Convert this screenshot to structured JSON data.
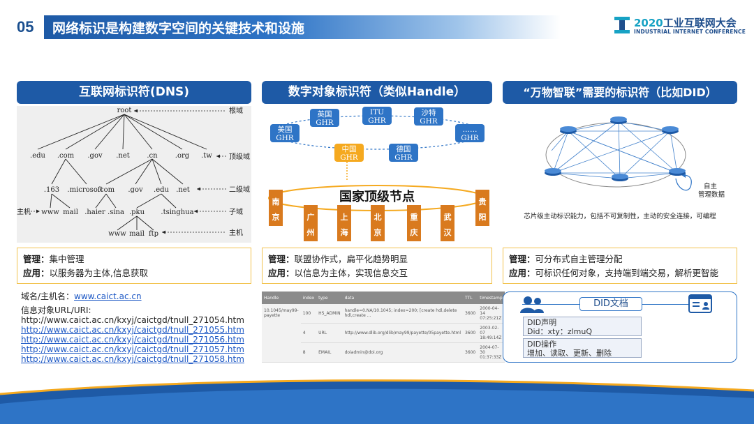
{
  "header": {
    "slide_number": "05",
    "title": "网络标识是构建数字空间的关键技术和设施",
    "logo_year": "2020",
    "logo_name": "工业互联网大会",
    "logo_sub": "INDUSTRIAL INTERNET CONFERENCE"
  },
  "columns": {
    "dns_title": "互联网标识符(DNS)",
    "handle_title": "数字对象标识符（类似Handle）",
    "did_title": "“万物智联”需要的标识符（比如DID）"
  },
  "dns_tree": {
    "root": "root",
    "level_labels": [
      "根域",
      "顶级域",
      "二级域",
      "子域",
      "主机"
    ],
    "tlds": [
      ".edu",
      ".com",
      ".gov",
      ".net",
      ".cn",
      ".org",
      ".tw"
    ],
    "com_children": [
      ".163",
      ".microsoft"
    ],
    "cn_children": [
      ".com",
      ".gov",
      ".edu",
      ".net"
    ],
    "host_label": "主机",
    "hosts_163": [
      "www",
      "mail"
    ],
    "com_sub": [
      ".haier",
      ".sina"
    ],
    "edu_sub": [
      ".pku",
      ".tsinghua"
    ],
    "pku_hosts": [
      "www",
      "mail",
      "ftp"
    ]
  },
  "handle_diagram": {
    "ghr_nodes": [
      {
        "l1": "美国",
        "l2": "GHR"
      },
      {
        "l1": "英国",
        "l2": "GHR"
      },
      {
        "l1": "ITU",
        "l2": "GHR"
      },
      {
        "l1": "沙特",
        "l2": "GHR"
      },
      {
        "l1": "……",
        "l2": "GHR"
      },
      {
        "l1": "中国",
        "l2": "GHR"
      },
      {
        "l1": "德国",
        "l2": "GHR"
      }
    ],
    "national_title": "国家顶级节点",
    "cities": [
      "南京",
      "广州",
      "上海",
      "北京",
      "重庆",
      "武汉",
      "贵阳"
    ],
    "colors": {
      "ghr": "#2e74c6",
      "china": "#f5a91f",
      "city": "#d97a1e"
    }
  },
  "did_diagram": {
    "self_manage": [
      "自主",
      "管理数据"
    ],
    "caption": "芯片级主动标识能力，包括不可复制性，主动的安全连接，可编程"
  },
  "info": {
    "dns": {
      "k1": "管理：",
      "v1": "集中管理",
      "k2": "应用：",
      "v2": "以服务器为主体,信息获取"
    },
    "handle": {
      "k1": "管理：",
      "v1": "联盟协作式，扁平化趋势明显",
      "k2": "应用：",
      "v2": "以信息为主体，实现信息交互"
    },
    "did": {
      "k1": "管理：",
      "v1": "可分布式自主管理分配",
      "k2": "应用：",
      "v2": "可标识任何对象，支持端到端交易，解析更智能"
    }
  },
  "links": {
    "domain_label": "域名/主机名：",
    "domain_url": "www.caict.ac.cn",
    "uri_label": "信息对象URL/URI:",
    "uri_plain": "http://www.caict.ac.cn/kxyj/caictgd/tnull_271054.htm",
    "uri_links": [
      "http://www.caict.ac.cn/kxyj/caictgd/tnull_271055.htm",
      "http://www.caict.ac.cn/kxyj/caictgd/tnull_271056.htm",
      "http://www.caict.ac.cn/kxyj/caictgd/tnull_271057.htm",
      "http://www.caict.ac.cn/kxyj/caictgd/tnull_271058.htm"
    ]
  },
  "handle_table": {
    "headers": [
      "Handle",
      "index",
      "type",
      "data",
      "TTL",
      "timestamp"
    ],
    "handle": "10.1045/may99-payette",
    "rows": [
      {
        "index": "100",
        "type": "HS_ADMIN",
        "data": "handle=0.NA/10.1045; index=200; [create hdl,delete hdl,create ...",
        "ttl": "3600",
        "ts": "2000-04-14 07:25:21Z"
      },
      {
        "index": "4",
        "type": "URL",
        "data": "http://www.dlib.org/dlib/may99/payette/05payette.html",
        "ttl": "3600",
        "ts": "2003-02-07 18:49:14Z"
      },
      {
        "index": "8",
        "type": "EMAIL",
        "data": "doiadmin@doi.org",
        "ttl": "3600",
        "ts": "2004-07-30 01:37:33Z"
      }
    ]
  },
  "did_doc": {
    "tab": "DID文档",
    "decl_title": "DID声明",
    "decl_value": "Did：xty：zlmuQ",
    "ops_title": "DID操作",
    "ops_value": "增加、读取、更新、删除"
  }
}
